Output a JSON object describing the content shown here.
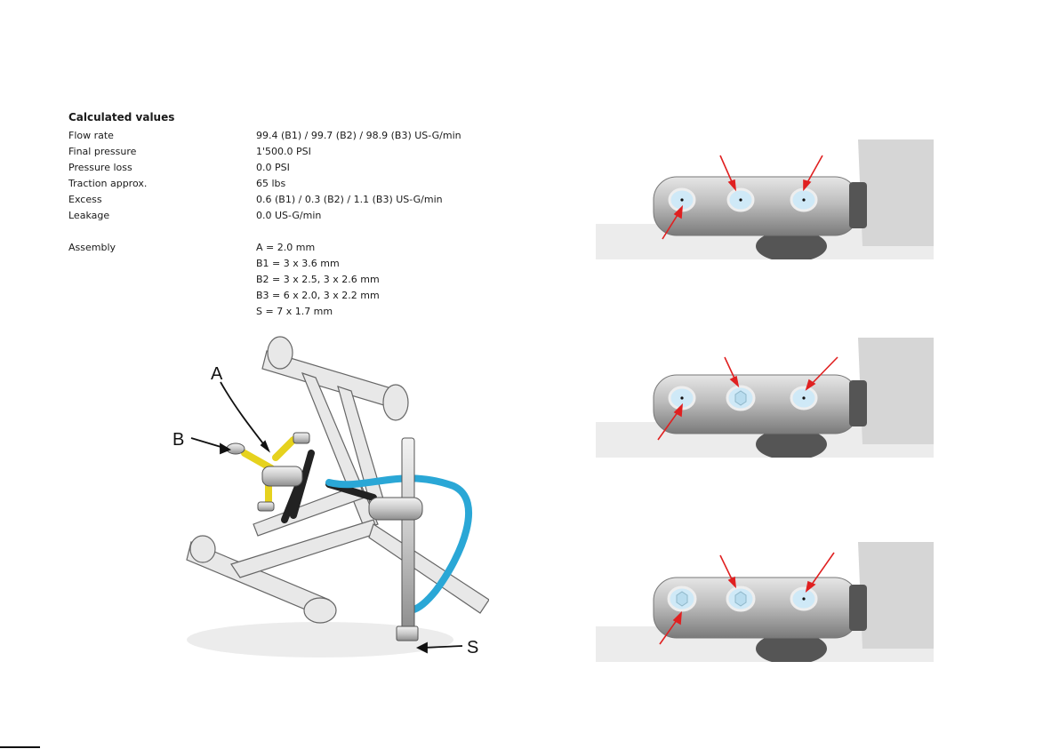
{
  "calculated": {
    "title": "Calculated values",
    "rows": [
      {
        "label": "Flow rate",
        "value": "99.4 (B1) / 99.7 (B2) / 98.9 (B3) US-G/min"
      },
      {
        "label": "Final pressure",
        "value": "1'500.0 PSI"
      },
      {
        "label": "Pressure loss",
        "value": "0.0 PSI"
      },
      {
        "label": "Traction approx.",
        "value": "65 lbs"
      },
      {
        "label": "Excess",
        "value": "0.6 (B1) / 0.3 (B2) / 1.1 (B3) US-G/min"
      },
      {
        "label": "Leakage",
        "value": "0.0 US-G/min"
      }
    ]
  },
  "assembly": {
    "label": "Assembly",
    "lines": [
      "A = 2.0 mm",
      "B1 = 3 x 3.6 mm",
      "B2 = 3 x 2.5, 3 x 2.6 mm",
      "B3 = 6 x 2.0, 3 x 2.2 mm",
      "S = 7 x 1.7 mm"
    ]
  },
  "figure": {
    "labels": {
      "a": "A",
      "b": "B",
      "s": "S"
    }
  },
  "colors": {
    "hose_blue": "#2aa7d6",
    "hose_yellow": "#e6d21e",
    "arrow_red": "#e02020"
  }
}
